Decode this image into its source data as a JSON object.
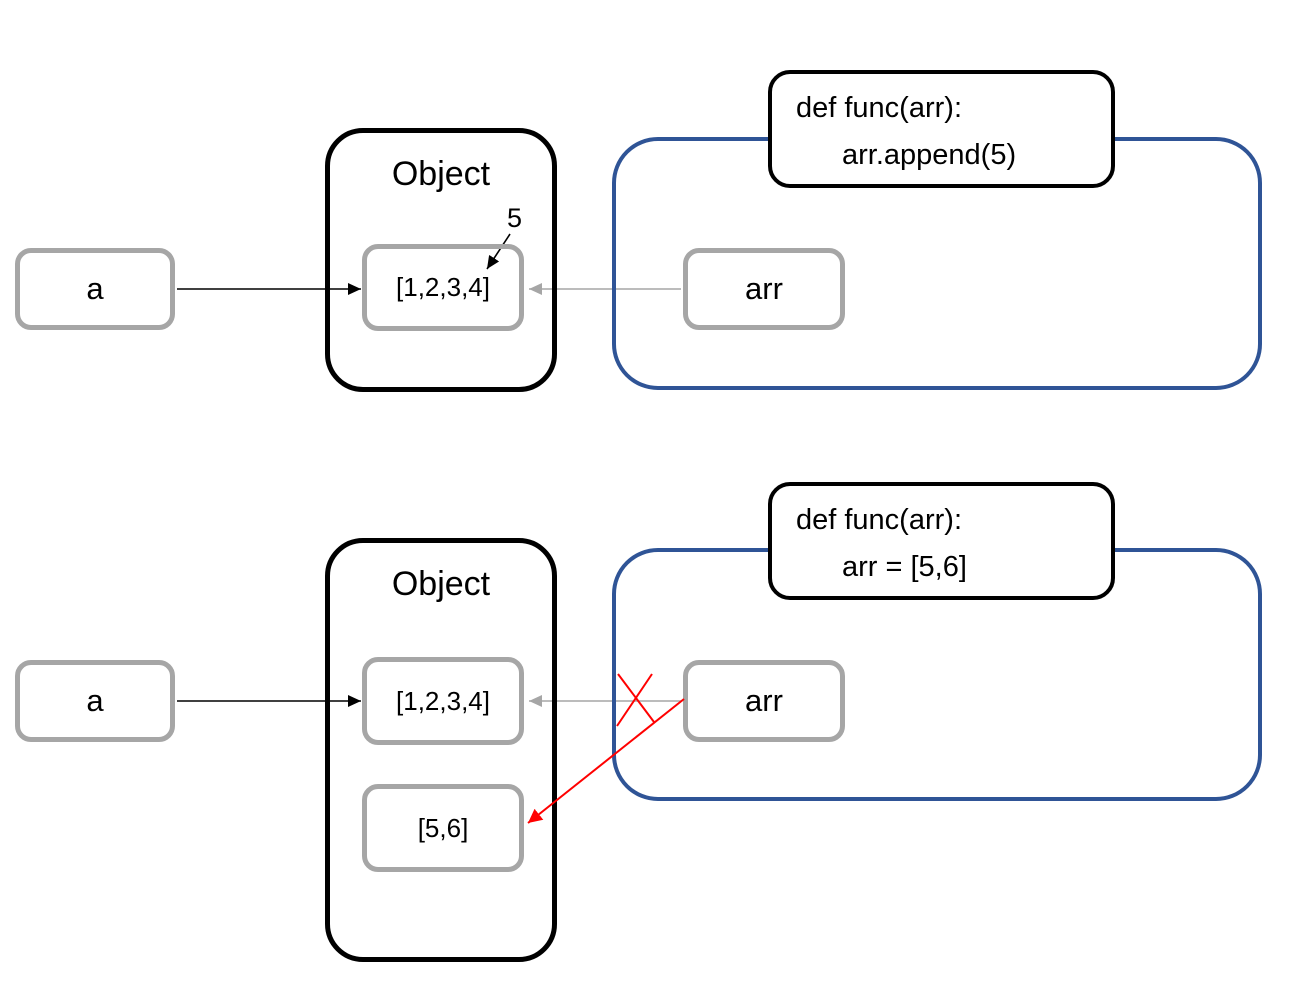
{
  "colors": {
    "object_frame": "#000000",
    "gray_box": "#a6a6a6",
    "function_scope_frame": "#2f5496",
    "rebind_red": "#ff0000"
  },
  "top_diagram": {
    "code": {
      "line1": "def func(arr):",
      "line2": "arr.append(5)"
    },
    "object_label": "Object",
    "var_a_label": "a",
    "var_arr_label": "arr",
    "list_value": "[1,2,3,4]",
    "appended_value": "5"
  },
  "bottom_diagram": {
    "code": {
      "line1": "def func(arr):",
      "line2": "arr = [5,6]"
    },
    "object_label": "Object",
    "var_a_label": "a",
    "var_arr_label": "arr",
    "list_value": "[1,2,3,4]",
    "new_list_value": "[5,6]"
  }
}
